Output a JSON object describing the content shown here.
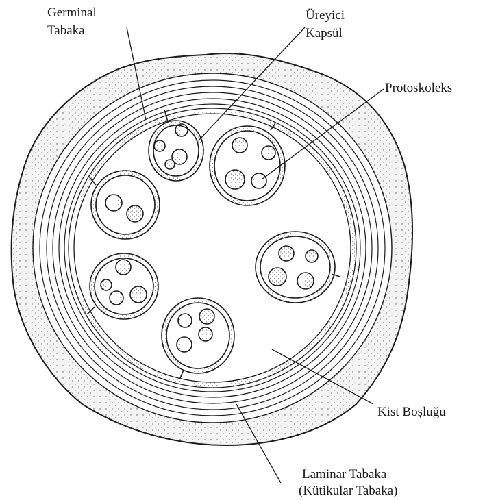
{
  "labels": {
    "germinal_line1": "Germinal",
    "germinal_line2": "Tabaka",
    "ureyici_line1": "Üreyici",
    "ureyici_line2": "Kapsül",
    "protoskoleks": "Protoskoleks",
    "kist_boslugu": "Kist Boşluğu",
    "laminar_line1": "Laminar Tabaka",
    "laminar_line2": "(Kütikular Tabaka)"
  },
  "colors": {
    "ink": "#1a1a1a",
    "outer_wall": "#f4f4f4",
    "background": "#ffffff"
  }
}
